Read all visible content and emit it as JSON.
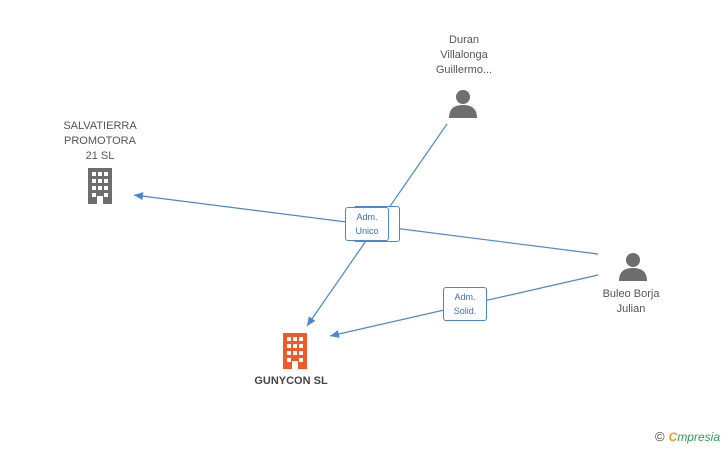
{
  "nodes": {
    "salvatierra": {
      "lines": [
        "SALVATIERRA",
        "PROMOTORA",
        "21 SL"
      ],
      "type": "company"
    },
    "duran": {
      "lines": [
        "Duran",
        "Villalonga",
        "Guillermo..."
      ],
      "type": "person"
    },
    "buleo": {
      "lines": [
        "Buleo Borja",
        "Julian"
      ],
      "type": "person"
    },
    "gunycon": {
      "lines": [
        "GUNYCON SL"
      ],
      "type": "company-main"
    }
  },
  "edges": [
    {
      "label_lines": [
        "Adm.",
        "Unico"
      ]
    },
    {
      "label_lines": [
        "Adm.",
        "Solid."
      ]
    }
  ],
  "brand": {
    "copyright": "©",
    "e_letter": "C",
    "name": "mpresia"
  },
  "colors": {
    "edge": "#4a86d8",
    "company": "#6e6e6e",
    "main_company": "#f05a28",
    "person": "#6e6e6e"
  }
}
